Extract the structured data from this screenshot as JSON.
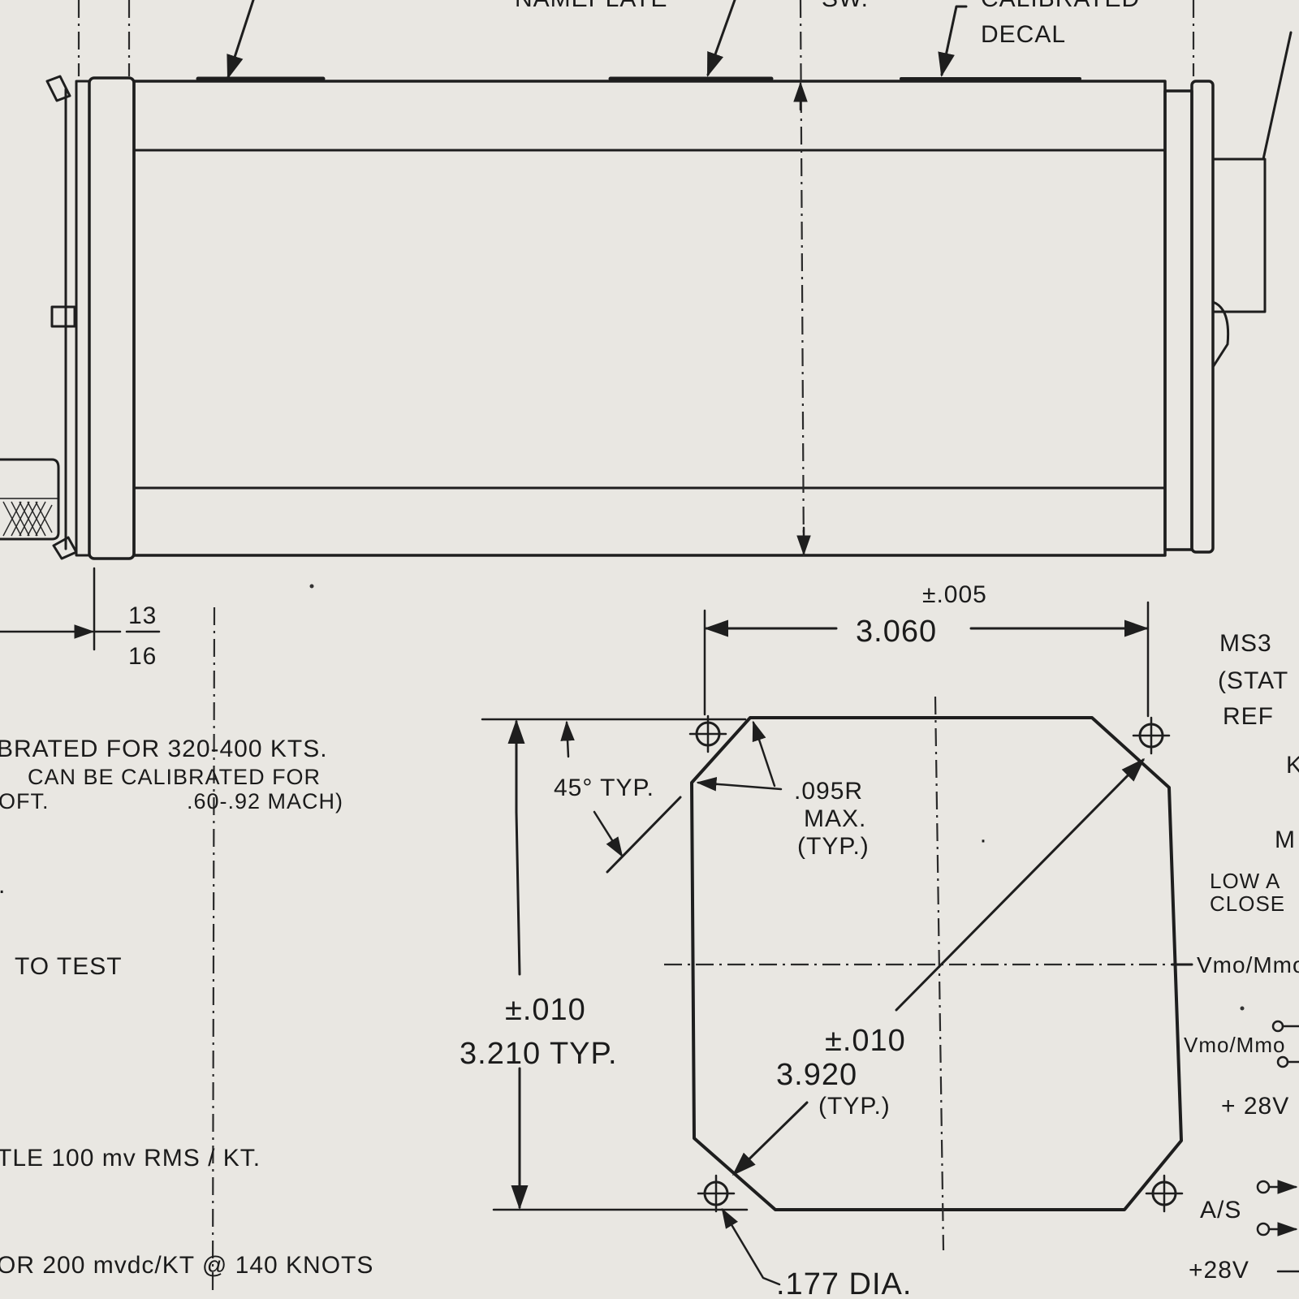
{
  "callouts": {
    "top_partial_1": "NAMEPLATE",
    "top_partial_2": "SW.",
    "top_partial_3": "CALIBRATED",
    "decal": "DECAL"
  },
  "side_dims": {
    "frac_num": "13",
    "frac_den": "16"
  },
  "notes": {
    "line1": "BRATED  FOR  320-400 KTS.",
    "line2": "CAN BE  CALIBRATED FOR",
    "line3a": "OFT.",
    "line3b": ".60-.92 MACH)",
    "line4": ".",
    "line5": "TO TEST",
    "line6": "TLE   100 mv RMS / KT.",
    "line7": "OR  200 mvdc/KT @ 140 KNOTS"
  },
  "cutout": {
    "width_tol": "±.005",
    "width": "3.060",
    "height_tol": "±.010",
    "height": "3.210 TYP.",
    "diag_tol": "±.010",
    "diag": "3.920",
    "diag_typ": "(TYP.)",
    "angle": "45° TYP.",
    "radius_l1": ".095R",
    "radius_l2": "MAX.",
    "radius_l3": "(TYP.)",
    "hole": ".177 DIA."
  },
  "schematic": {
    "ms": "MS3",
    "stat": "(STAT",
    "ref": "REF",
    "k": "K",
    "m": "M",
    "low1": "LOW A",
    "low2": "CLOSE",
    "vmo1": "Vmo/Mmo",
    "vmo2": "Vmo/Mmo",
    "v28a": "+ 28V",
    "as": "A/S",
    "v28b": "+28V"
  }
}
